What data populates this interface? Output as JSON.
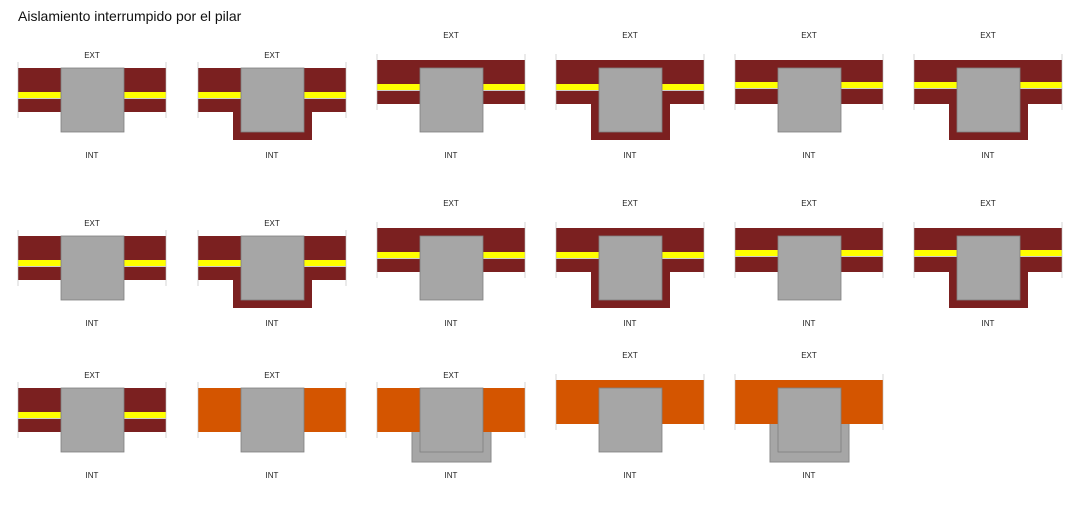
{
  "title": "Aislamiento interrumpido por el pilar",
  "label_ext": "EXT",
  "label_int": "INT",
  "colors": {
    "masonry": "#7b2020",
    "insulation": "#ffff00",
    "concrete": "#a6a6a6",
    "render": "#d45500"
  },
  "details": [
    {
      "id": 1,
      "wall": "masonry",
      "insulation": "middle",
      "wall_extent": "wide",
      "wrap": "none"
    },
    {
      "id": 2,
      "wall": "masonry",
      "insulation": "middle",
      "wall_extent": "wide",
      "wrap": "interior"
    },
    {
      "id": 3,
      "wall": "masonry",
      "insulation": "middle",
      "wall_extent": "upper",
      "wrap": "none"
    },
    {
      "id": 4,
      "wall": "masonry",
      "insulation": "middle",
      "wall_extent": "upper",
      "wrap": "interior"
    },
    {
      "id": 5,
      "wall": "masonry",
      "insulation": "inner",
      "wall_extent": "upper",
      "wrap": "none"
    },
    {
      "id": 6,
      "wall": "masonry",
      "insulation": "inner",
      "wall_extent": "upper",
      "wrap": "interior"
    },
    {
      "id": 7,
      "wall": "masonry",
      "insulation": "middle",
      "wall_extent": "wide",
      "wrap": "none"
    },
    {
      "id": 8,
      "wall": "masonry",
      "insulation": "middle",
      "wall_extent": "wide",
      "wrap": "interior"
    },
    {
      "id": 9,
      "wall": "masonry",
      "insulation": "middle",
      "wall_extent": "upper",
      "wrap": "exterior"
    },
    {
      "id": 10,
      "wall": "masonry",
      "insulation": "middle",
      "wall_extent": "upper",
      "wrap": "full"
    },
    {
      "id": 11,
      "wall": "masonry",
      "insulation": "inner",
      "wall_extent": "upper",
      "wrap": "none"
    },
    {
      "id": 12,
      "wall": "masonry",
      "insulation": "inner",
      "wall_extent": "upper",
      "wrap": "interior"
    },
    {
      "id": 13,
      "wall": "masonry",
      "insulation": "middle",
      "wall_extent": "wide",
      "wrap": "none"
    },
    {
      "id": 14,
      "wall": "render",
      "insulation": "none",
      "wall_extent": "wide",
      "wrap": "none"
    },
    {
      "id": 15,
      "wall": "render",
      "insulation": "none",
      "wall_extent": "wide",
      "wrap": "concrete"
    },
    {
      "id": 16,
      "wall": "render",
      "insulation": "none",
      "wall_extent": "upper",
      "wrap": "none"
    },
    {
      "id": 17,
      "wall": "render",
      "insulation": "none",
      "wall_extent": "upper",
      "wrap": "concrete"
    }
  ]
}
